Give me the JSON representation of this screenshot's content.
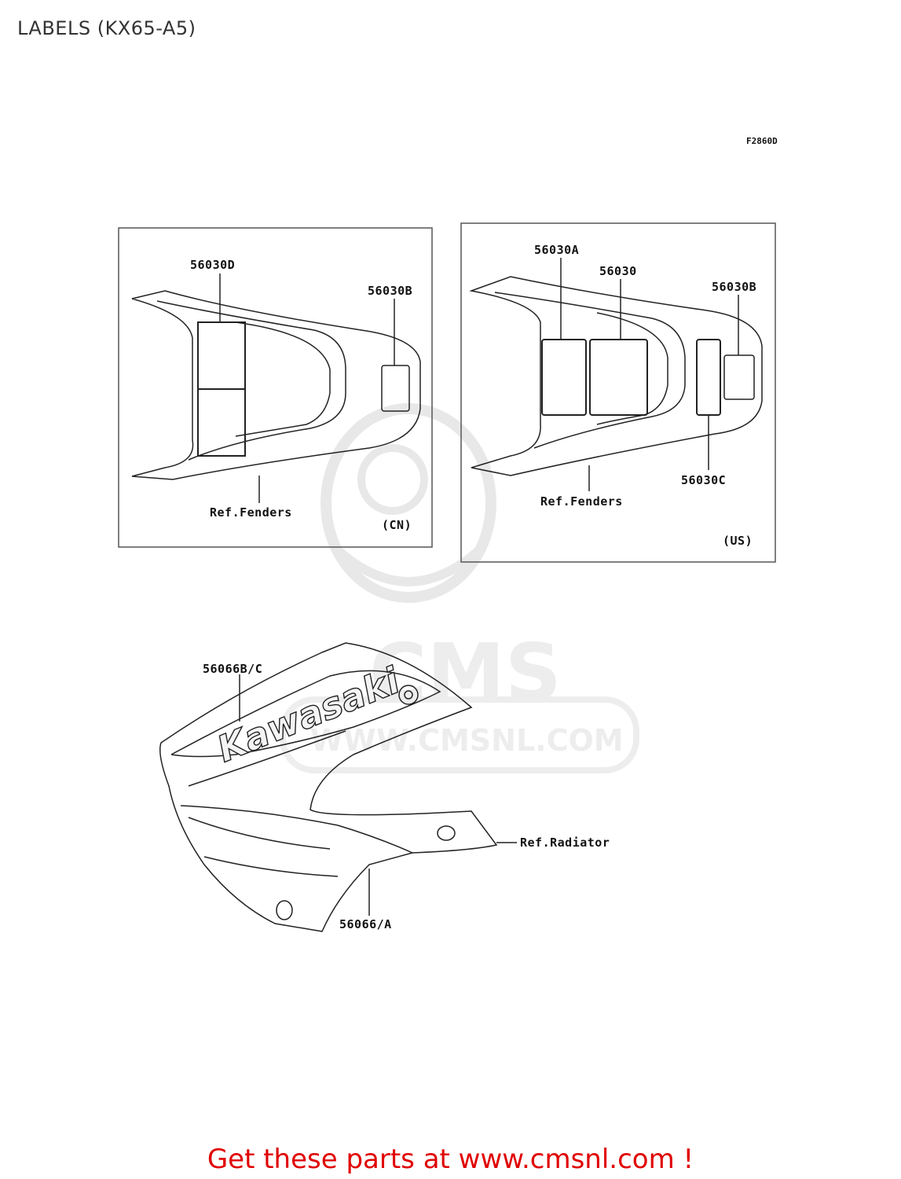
{
  "title": "LABELS (KX65-A5)",
  "figure_code": "F2860D",
  "watermark": {
    "brand": "CMS",
    "url": "WWW.CMSNL.COM"
  },
  "panel_cn": {
    "region": "(CN)",
    "part_upper": "56030D",
    "part_right": "56030B",
    "ref": "Ref.Fenders"
  },
  "panel_us": {
    "region": "(US)",
    "part_a": "56030A",
    "part_main": "56030",
    "part_b": "56030B",
    "part_c": "56030C",
    "ref": "Ref.Fenders"
  },
  "shroud": {
    "part_upper": "56066B/C",
    "part_lower": "56066/A",
    "ref": "Ref.Radiator",
    "logo_text": "Kawasaki"
  },
  "footer": "Get these parts at www.cmsnl.com !",
  "colors": {
    "footer": "#e00000",
    "line": "#222222",
    "watermark": "#e8e8e8"
  }
}
